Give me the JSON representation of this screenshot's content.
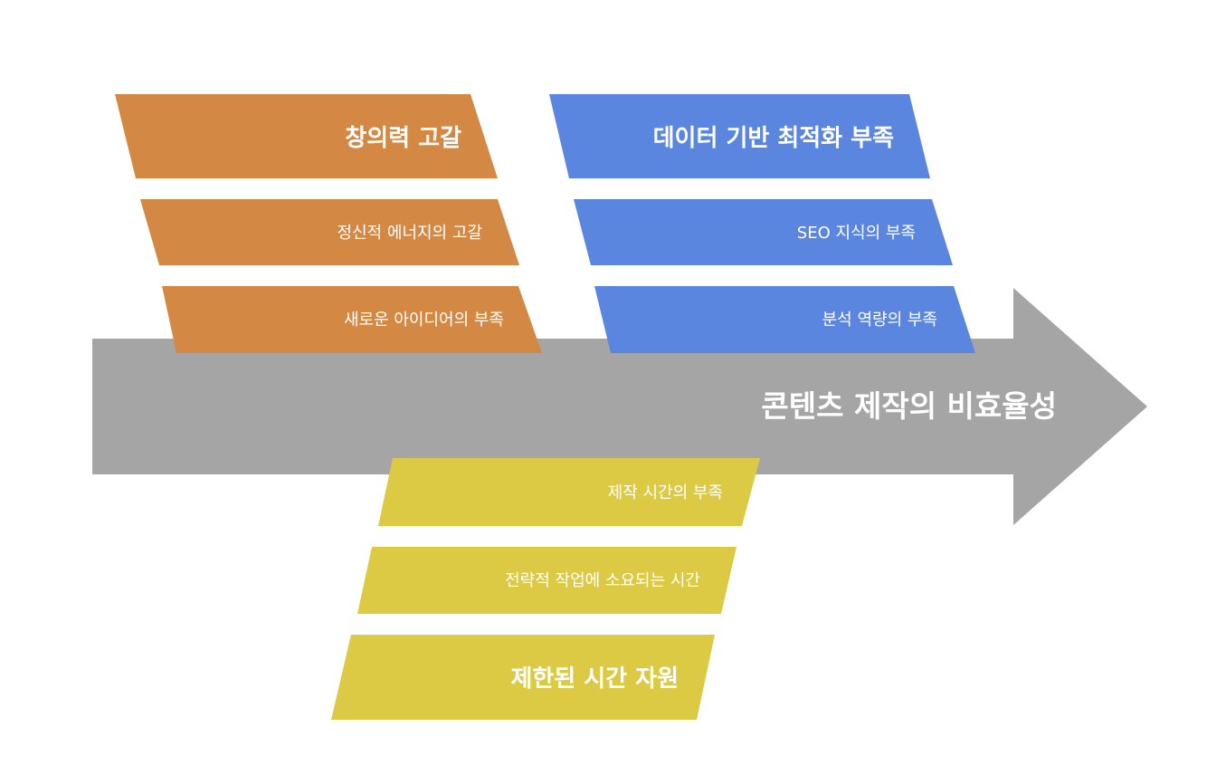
{
  "effect": {
    "label": "콘텐츠 제작의 비효율성",
    "color": "#a5a5a5"
  },
  "branches": [
    {
      "id": "creativity",
      "color": "#d38843",
      "category": "창의력 고갈",
      "causes": [
        "정신적 에너지의 고갈",
        "새로운 아이디어의 부족"
      ]
    },
    {
      "id": "data",
      "color": "#5b86e0",
      "category": "데이터 기반 최적화 부족",
      "causes": [
        "SEO 지식의 부족",
        "분석 역량의 부족"
      ]
    },
    {
      "id": "time",
      "color": "#dcca45",
      "category": "제한된 시간 자원",
      "causes": [
        "제작 시간의 부족",
        "전략적 작업에 소요되는 시간"
      ]
    }
  ]
}
